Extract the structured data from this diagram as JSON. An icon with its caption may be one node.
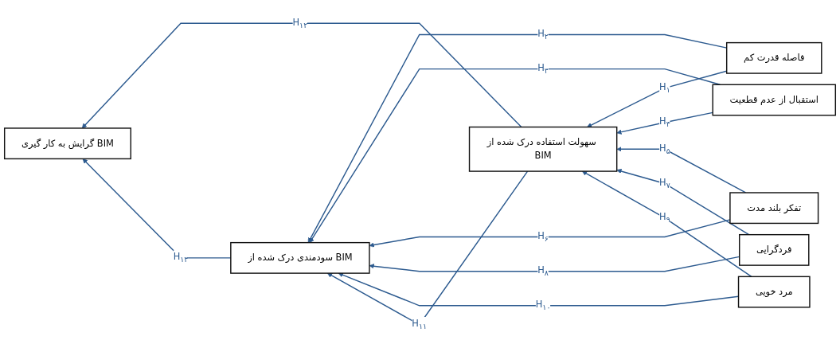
{
  "diagram": {
    "nodes": [
      {
        "text": [
          "گرایش به کار گیری BIM"
        ]
      },
      {
        "text": [
          "سهولت استفاده درک شده از BIM"
        ]
      },
      {
        "text": [
          "سودمندی درک شده از BIM"
        ]
      },
      {
        "text": [
          "فاصله قدرت کم"
        ]
      },
      {
        "text": [
          "استقبال از عدم قطعیت"
        ]
      },
      {
        "text": [
          "تفکر بلند مدت"
        ]
      },
      {
        "text": [
          "فردگرایی"
        ]
      },
      {
        "text": [
          "مرد خویی"
        ]
      }
    ],
    "edges": [
      {
        "from": 3,
        "to": 1,
        "arrow": "to",
        "label": "H$_{۱}$"
      },
      {
        "from": 3,
        "to": 2,
        "arrow": "to",
        "label": "H$_{۲}$"
      },
      {
        "from": 4,
        "to": 1,
        "arrow": "to",
        "label": "H$_{۳}$"
      },
      {
        "from": 4,
        "to": 2,
        "arrow": "to",
        "label": "H$_{۴}$"
      },
      {
        "from": 5,
        "to": 1,
        "arrow": "to",
        "label": "H$_{۵}$"
      },
      {
        "from": 5,
        "to": 2,
        "arrow": "to",
        "label": "H$_{۶}$"
      },
      {
        "from": 6,
        "to": 1,
        "arrow": "to",
        "label": "H$_{۷}$"
      },
      {
        "from": 6,
        "to": 2,
        "arrow": "to",
        "label": "H$_{۸}$"
      },
      {
        "from": 7,
        "to": 1,
        "arrow": "to",
        "label": "H$_{۹}$"
      },
      {
        "from": 7,
        "to": 2,
        "arrow": "to",
        "label": "H$_{۱۰}$"
      },
      {
        "from": 1,
        "to": 2,
        "arrow": "to",
        "label": "H$_{۱۱}$"
      },
      {
        "from": 1,
        "to": 0,
        "arrow": "to",
        "label": "H$_{۱۲}$"
      },
      {
        "from": 2,
        "to": 0,
        "arrow": "to",
        "label": "H$_{۱۳}$"
      }
    ]
  }
}
